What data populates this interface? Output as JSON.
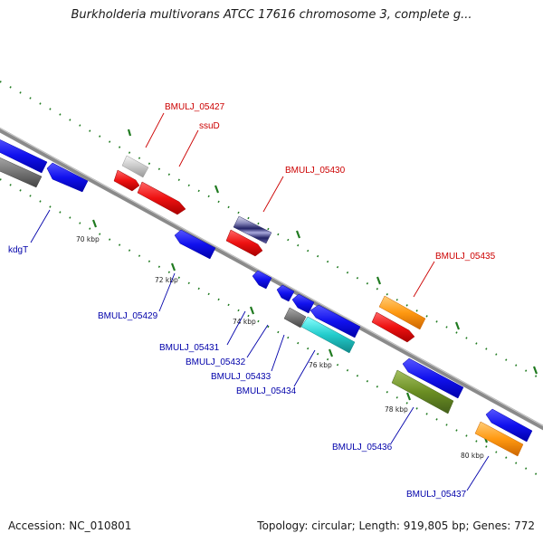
{
  "title": "Burkholderia multivorans ATCC 17616 chromosome 3, complete g...",
  "footer": {
    "accession": "Accession: NC_010801",
    "stats": "Topology: circular; Length: 919,805 bp; Genes: 772"
  },
  "colors": {
    "backbone": "#8a8a8a",
    "tick": "#1f7a1f",
    "forward_label": "#cc0000",
    "reverse_label": "#0000aa",
    "label_line_forward": "#cc0000",
    "label_line_reverse": "#0000aa"
  },
  "ticks": [
    {
      "label": "70 kbp"
    },
    {
      "label": "72 kbp"
    },
    {
      "label": "74 kbp"
    },
    {
      "label": "76 kbp"
    },
    {
      "label": "78 kbp"
    },
    {
      "label": "80 kbp"
    }
  ],
  "features": [
    {
      "id": "BMULJ_05427",
      "label": "BMULJ_05427",
      "color": "#d6d6d6",
      "strand": "forward"
    },
    {
      "id": "ssuD",
      "label": "ssuD",
      "color": "#ee1111",
      "strand": "forward"
    },
    {
      "id": "BMULJ_05430",
      "label": "BMULJ_05430",
      "color": "#7777aa",
      "strand": "forward"
    },
    {
      "id": "BMULJ_05435",
      "label": "BMULJ_05435",
      "color": "#ff9911",
      "strand": "forward"
    },
    {
      "id": "kdgT",
      "label": "kdgT",
      "color": "#1111ee",
      "strand": "reverse"
    },
    {
      "id": "BMULJ_05429",
      "label": "BMULJ_05429",
      "color": "#1111ee",
      "strand": "reverse"
    },
    {
      "id": "BMULJ_05431",
      "label": "BMULJ_05431",
      "color": "#1111ee",
      "strand": "reverse"
    },
    {
      "id": "BMULJ_05432",
      "label": "BMULJ_05432",
      "color": "#1111ee",
      "strand": "reverse"
    },
    {
      "id": "BMULJ_05433",
      "label": "BMULJ_05433",
      "color": "#777777",
      "strand": "reverse"
    },
    {
      "id": "BMULJ_05434",
      "label": "BMULJ_05434",
      "color": "#22cccc",
      "strand": "reverse"
    },
    {
      "id": "BMULJ_05436",
      "label": "BMULJ_05436",
      "color": "#6b8e23",
      "strand": "reverse"
    },
    {
      "id": "BMULJ_05437",
      "label": "BMULJ_05437",
      "color": "#ff9911",
      "strand": "reverse"
    }
  ]
}
